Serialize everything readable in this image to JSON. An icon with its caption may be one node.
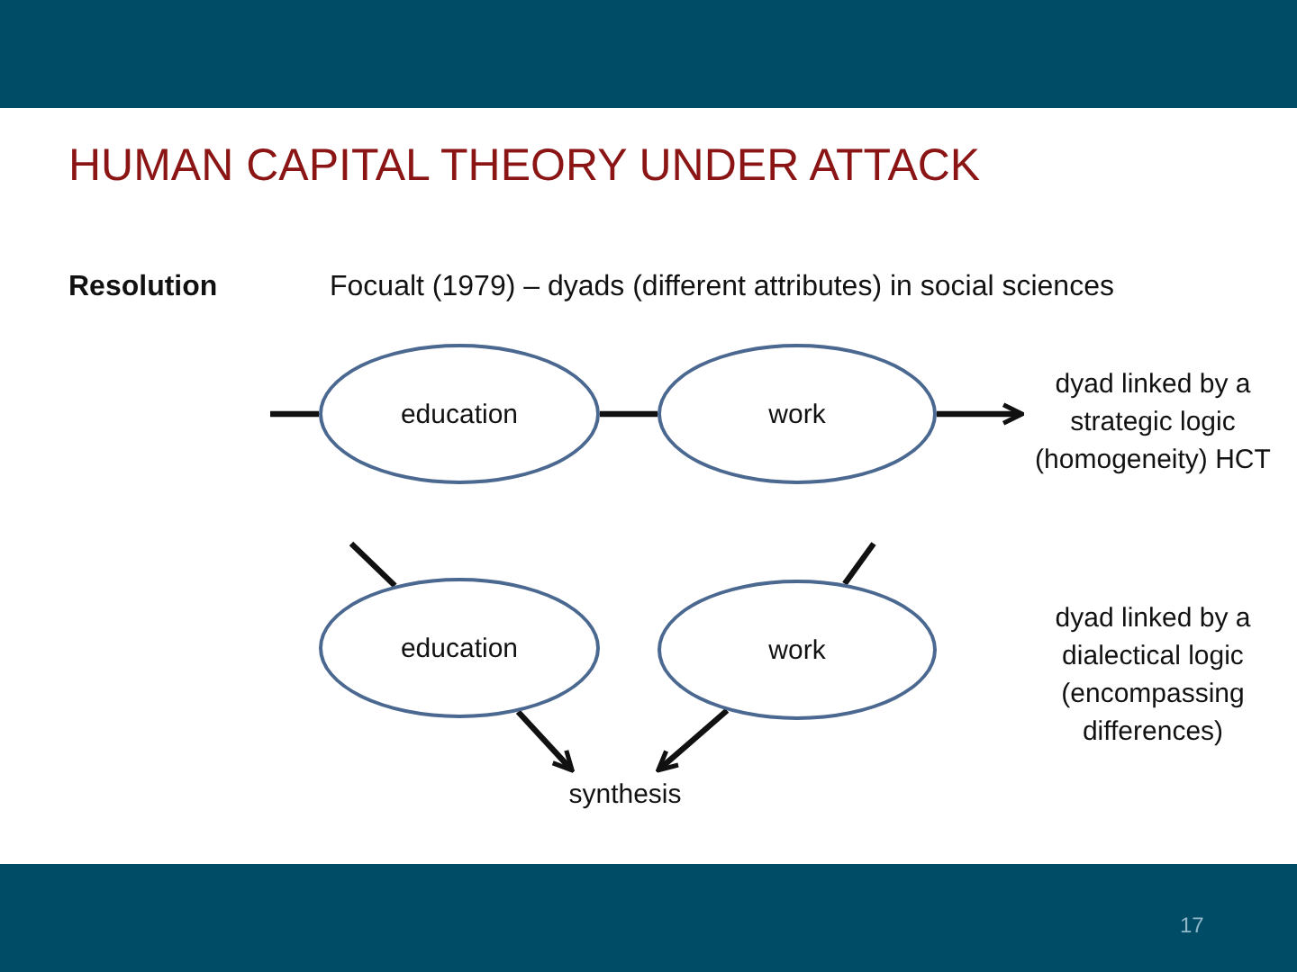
{
  "diagram": {
    "title": "HUMAN CAPITAL THEORY UNDER ATTACK",
    "nodes": [
      {
        "text": [
          "education"
        ]
      },
      {
        "text": [
          "work"
        ]
      },
      {
        "text": [
          "dyad linked by a strategic logic (homogeneity) HCT"
        ]
      },
      {
        "text": [
          "education"
        ]
      },
      {
        "text": [
          "work"
        ]
      },
      {
        "text": [
          "synthesis"
        ]
      }
    ],
    "edges": [
      {
        "from": null,
        "to": 0,
        "arrow": "none"
      },
      {
        "from": 0,
        "to": 1,
        "arrow": "none"
      },
      {
        "from": 1,
        "to": 2,
        "arrow": "to"
      },
      {
        "from": null,
        "to": 3,
        "arrow": "none"
      },
      {
        "from": null,
        "to": 4,
        "arrow": "none"
      },
      {
        "from": 3,
        "to": 5,
        "arrow": "to"
      },
      {
        "from": 4,
        "to": 5,
        "arrow": "to"
      }
    ],
    "labels": [
      "Resolution",
      "Focualt (1979) – dyads (different attributes) in social sciences",
      "dyad linked by a dialectical logic (encompassing differences)",
      "17"
    ]
  }
}
